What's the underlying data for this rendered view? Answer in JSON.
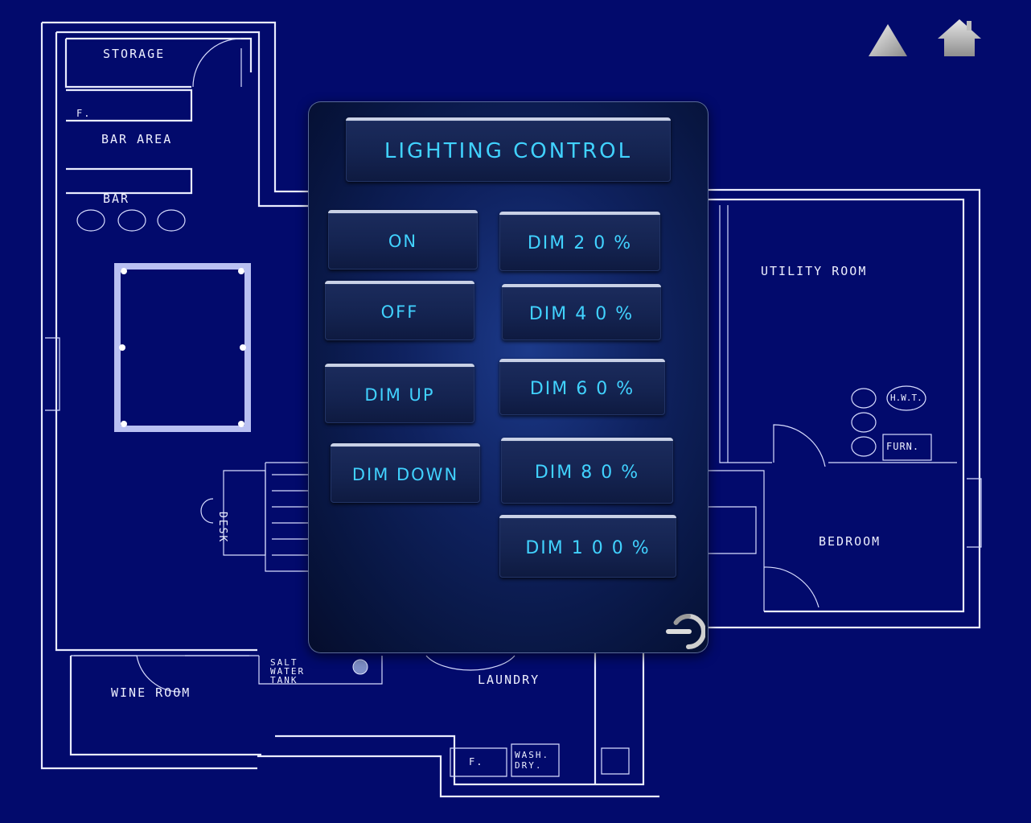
{
  "panel": {
    "title": "LIGHTING CONTROL",
    "left_buttons": [
      "ON",
      "OFF",
      "DIM UP",
      "DIM DOWN"
    ],
    "right_buttons": [
      "DIM 2 0 %",
      "DIM 4 0 %",
      "DIM 6 0 %",
      "DIM 8 0 %",
      "DIM 1 0 0 %"
    ]
  },
  "floorplan": {
    "rooms": {
      "storage": "STORAGE",
      "bar_area": "BAR AREA",
      "bar": "BAR",
      "desk": "DESK",
      "wine_room": "WINE ROOM",
      "salt_water_tank": "SALT WATER TANK",
      "laundry": "LAUNDRY",
      "utility_room": "UTILITY ROOM",
      "bedroom": "BEDROOM",
      "hwt": "H.W.T.",
      "furn": "FURN.",
      "wash_dry": "WASH. DRY.",
      "fridge_a": "F.",
      "fridge_b": "F."
    }
  },
  "colors": {
    "background": "#020a6c",
    "button_text": "#41d2ff",
    "line": "#e9ecff"
  },
  "icons": {
    "up": "triangle-up-icon",
    "home": "home-icon",
    "power": "power-exit-icon"
  }
}
